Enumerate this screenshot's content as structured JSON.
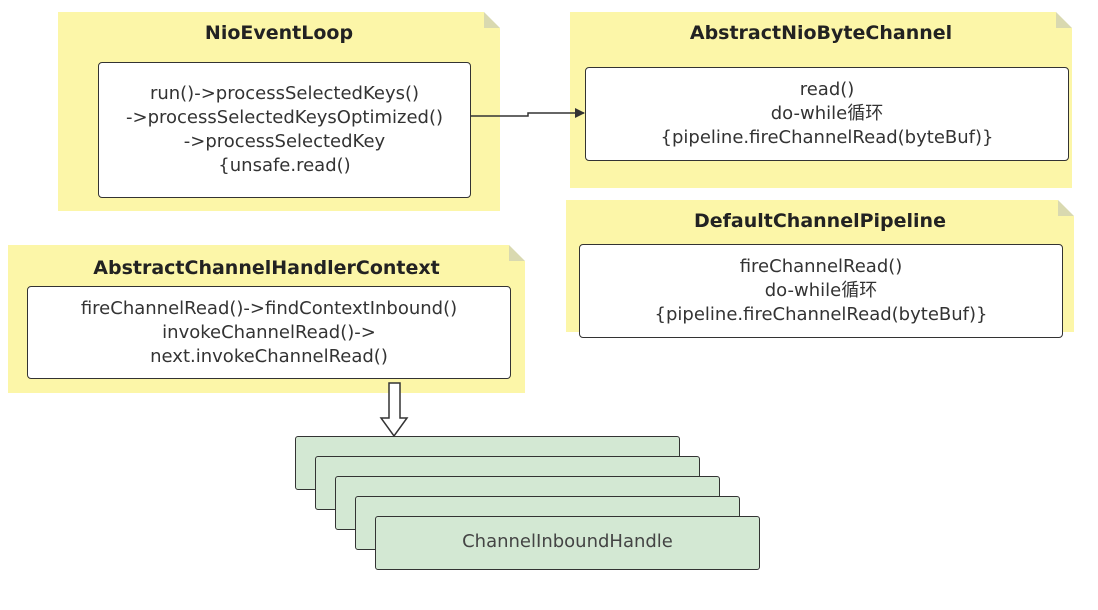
{
  "nodes": {
    "nio_event_loop": {
      "title": "NioEventLoop",
      "lines": [
        "run()->processSelectedKeys()",
        "->processSelectedKeysOptimized()",
        "->processSelectedKey",
        "{unsafe.read()"
      ]
    },
    "abstract_nio_byte_channel": {
      "title": "AbstractNioByteChannel",
      "lines": [
        "read()",
        "do-while循环",
        "{pipeline.fireChannelRead(byteBuf)}"
      ]
    },
    "default_channel_pipeline": {
      "title": "DefaultChannelPipeline",
      "lines": [
        "fireChannelRead()",
        "do-while循环",
        "{pipeline.fireChannelRead(byteBuf)}"
      ]
    },
    "abstract_channel_handler_context": {
      "title": "AbstractChannelHandlerContext",
      "lines": [
        "fireChannelRead()->findContextInbound()",
        "invokeChannelRead()->",
        "next.invokeChannelRead()"
      ]
    },
    "channel_inbound_handler": {
      "label": "ChannelInboundHandle"
    }
  },
  "colors": {
    "note_fill": "#fcf6a8",
    "handler_fill": "#d3e8d3",
    "stroke": "#333333"
  }
}
